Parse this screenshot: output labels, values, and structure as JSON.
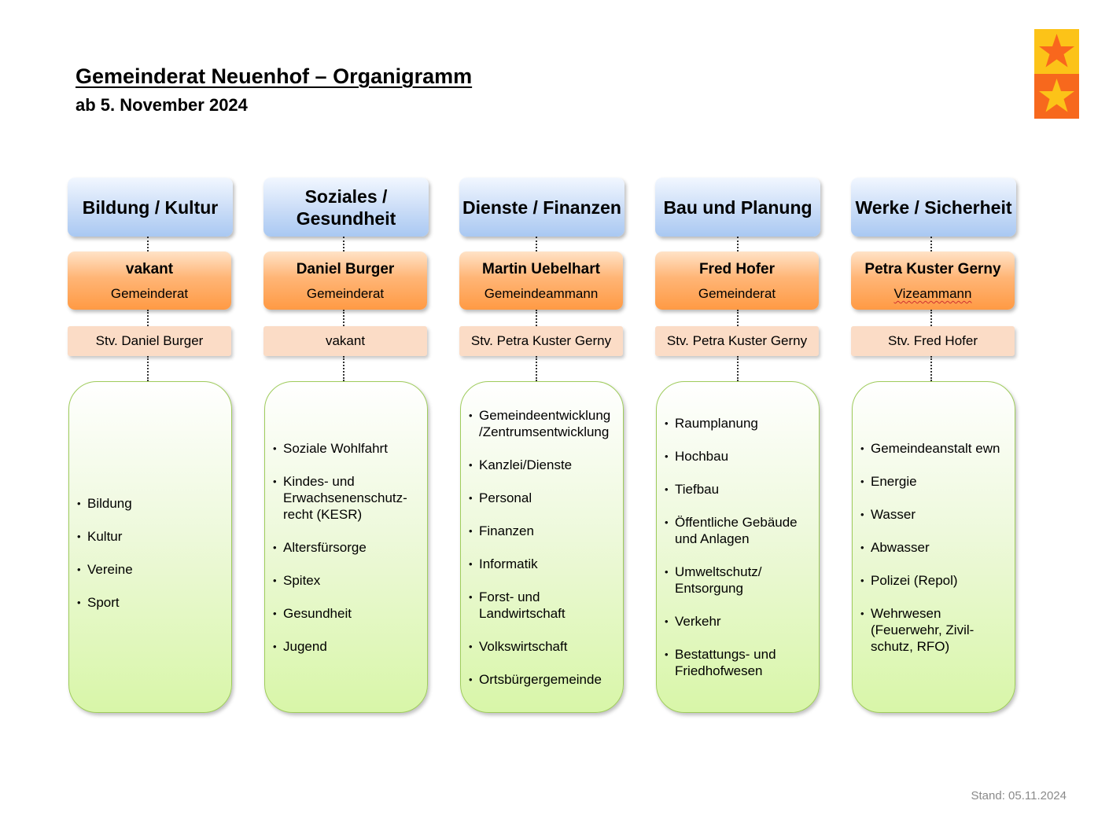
{
  "header": {
    "title": "Gemeinderat Neuenhof – Organigramm",
    "subtitle": "ab 5. November 2024"
  },
  "footer": {
    "stand": "Stand: 05.11.2024"
  },
  "colors": {
    "department_box": "#c9dcf7",
    "person_box": "#ffb576",
    "deputy_box": "#fbdcc6",
    "tasks_box": "#e4f8c4",
    "logo_yellow": "#fcc318",
    "logo_orange": "#f7681d",
    "logo_star": "#f9671d"
  },
  "logo": {
    "icon": "two-star-coat-of-arms"
  },
  "departments": [
    {
      "title": "Bildung / Kultur",
      "person": "vakant",
      "role": "Gemeinderat",
      "deputy": "Stv. Daniel Burger",
      "tasks": [
        "Bildung",
        "Kultur",
        "Vereine",
        "Sport"
      ]
    },
    {
      "title": "Soziales / Gesundheit",
      "person": "Daniel Burger",
      "role": "Gemeinderat",
      "deputy": "vakant",
      "tasks": [
        "Soziale Wohlfahrt",
        "Kindes- und Erwachsenenschutz-recht (KESR)",
        "Altersfürsorge",
        "Spitex",
        "Gesundheit",
        "Jugend"
      ]
    },
    {
      "title": "Dienste / Finanzen",
      "person": "Martin Uebelhart",
      "role": "Gemeindeammann",
      "deputy": "Stv. Petra Kuster Gerny",
      "tasks": [
        "Gemeindeentwicklung /Zentrumsentwicklung",
        "Kanzlei/Dienste",
        "Personal",
        "Finanzen",
        "Informatik",
        "Forst- und Landwirtschaft",
        "Volkswirtschaft",
        "Ortsbürgergemeinde"
      ]
    },
    {
      "title": "Bau und Planung",
      "person": "Fred Hofer",
      "role": "Gemeinderat",
      "deputy": "Stv. Petra Kuster Gerny",
      "tasks": [
        "Raumplanung",
        "Hochbau",
        "Tiefbau",
        "Öffentliche Gebäude und Anlagen",
        "Umweltschutz/ Entsorgung",
        "Verkehr",
        "Bestattungs- und Friedhofwesen"
      ]
    },
    {
      "title": "Werke / Sicherheit",
      "person": "Petra Kuster Gerny",
      "role": "Vizeammann",
      "deputy": "Stv. Fred Hofer",
      "tasks": [
        "Gemeindeanstalt ewn",
        "Energie",
        "Wasser",
        "Abwasser",
        "Polizei (Repol)",
        "Wehrwesen (Feuerwehr, Zivil-schutz, RFO)"
      ]
    }
  ]
}
